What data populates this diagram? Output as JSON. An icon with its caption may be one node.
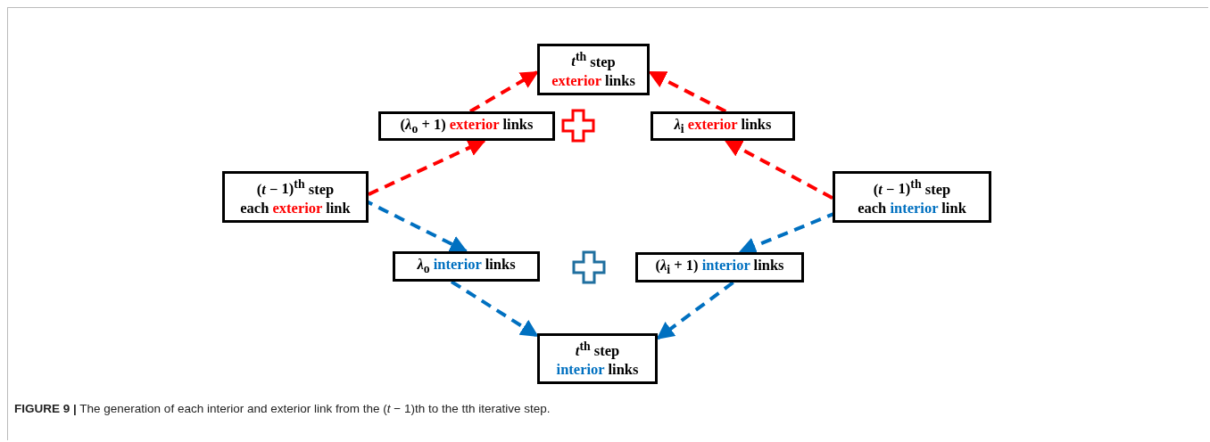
{
  "diagram": {
    "caption": "**FIGURE 9 |** The generation of each interior and exterior link from the (*t* − 1)th to the tth iterative step.",
    "nodes": [
      {
        "text": [
          "*t*$^{th}$ step",
          "exterior links"
        ]
      },
      {
        "text": [
          "(*λ*$_{o}$ + 1) exterior links"
        ]
      },
      {
        "text": [
          "*λ*$_{i}$ exterior links"
        ]
      },
      {
        "text": [
          "(*t* − 1)$^{th}$ step",
          "each exterior link"
        ]
      },
      {
        "text": [
          "(*t* − 1)$^{th}$ step",
          "each interior link"
        ]
      },
      {
        "text": [
          "*λ*$_{o}$ interior links"
        ]
      },
      {
        "text": [
          "(*λ*$_{i}$ + 1) interior links"
        ]
      },
      {
        "text": [
          "*t*$^{th}$ step",
          "interior links"
        ]
      }
    ],
    "edges": [
      {
        "from": 3,
        "to": 1,
        "arrow": "to",
        "style": "dashed",
        "color": "#ff0000"
      },
      {
        "from": 1,
        "to": 0,
        "arrow": "to",
        "style": "dashed",
        "color": "#ff0000"
      },
      {
        "from": 4,
        "to": 2,
        "arrow": "to",
        "style": "dashed",
        "color": "#ff0000"
      },
      {
        "from": 2,
        "to": 0,
        "arrow": "to",
        "style": "dashed",
        "color": "#ff0000"
      },
      {
        "from": 3,
        "to": 5,
        "arrow": "to",
        "style": "dashed",
        "color": "#0070c0"
      },
      {
        "from": 4,
        "to": 6,
        "arrow": "to",
        "style": "dashed",
        "color": "#0070c0"
      },
      {
        "from": 5,
        "to": 7,
        "arrow": "to",
        "style": "dashed",
        "color": "#0070c0"
      },
      {
        "from": 6,
        "to": 7,
        "arrow": "to",
        "style": "dashed",
        "color": "#0070c0"
      }
    ]
  }
}
